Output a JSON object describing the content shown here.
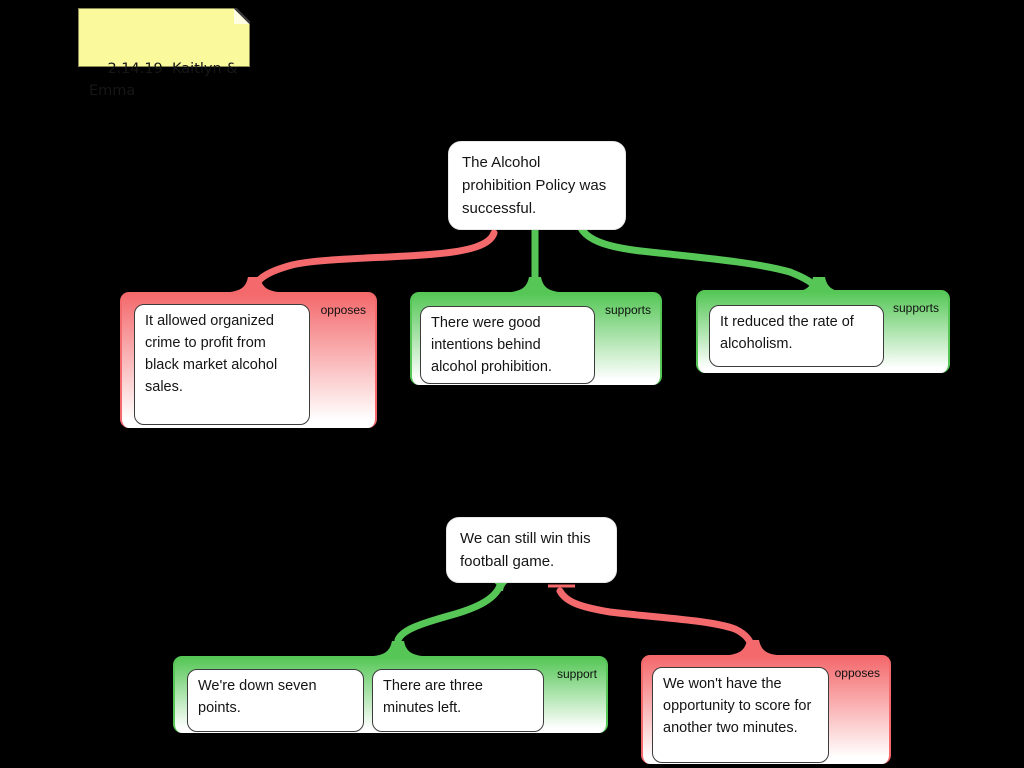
{
  "note": {
    "text": "2.14.19  Kaitlyn & Emma"
  },
  "map1": {
    "claim": "The Alcohol prohibition Policy was successful.",
    "children": [
      {
        "relation": "opposes",
        "color": "red",
        "statements": [
          "It allowed organized crime to profit from black market alcohol sales."
        ]
      },
      {
        "relation": "supports",
        "color": "green",
        "statements": [
          "There were good intentions behind alcohol prohibition."
        ]
      },
      {
        "relation": "supports",
        "color": "green",
        "statements": [
          "It reduced the rate of alcoholism."
        ]
      }
    ]
  },
  "map2": {
    "claim": "We can still win this football game.",
    "children": [
      {
        "relation": "support",
        "color": "green",
        "statements": [
          "We're down seven points.",
          "There are three minutes left."
        ]
      },
      {
        "relation": "opposes",
        "color": "red",
        "statements": [
          "We won't have the opportunity to score for another two minutes."
        ]
      }
    ]
  },
  "colors": {
    "supports_green": "#56C757",
    "opposes_red": "#F4696C",
    "note_yellow": "#FAFA9C",
    "background": "#000000"
  }
}
